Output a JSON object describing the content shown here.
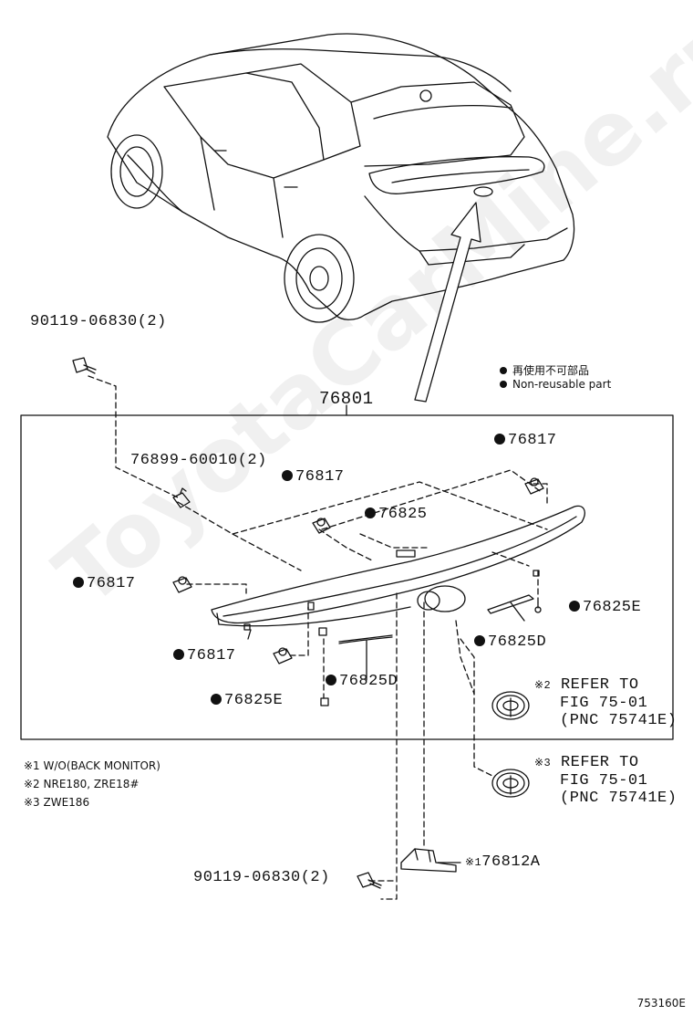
{
  "legend": {
    "reusable_jp": "再使用不可部品",
    "reusable_en": "Non-reusable part"
  },
  "assembly_number": "76801",
  "labels": {
    "bolt_top": "90119-06830(2)",
    "clip": "76899-60010(2)",
    "nut_right_top": "76817",
    "nut_center": "76817",
    "nut_left": "76817",
    "nut_bottom": "76817",
    "pad_center": "76825",
    "pad_e_right": "76825E",
    "pad_d_right": "76825D",
    "pad_d_left": "76825D",
    "pad_e_left": "76825E",
    "bolt_bottom": "90119-06830(2)",
    "bracket": "76812A",
    "bracket_note": "※1"
  },
  "refer_blocks": [
    {
      "mark": "※2",
      "line1": "REFER TO",
      "line2": "FIG 75-01",
      "line3": "(PNC 75741E)"
    },
    {
      "mark": "※3",
      "line1": "REFER TO",
      "line2": "FIG 75-01",
      "line3": "(PNC 75741E)"
    }
  ],
  "notes": [
    "※1 W/O(BACK MONITOR)",
    "※2 NRE180, ZRE18#",
    "※3 ZWE186"
  ],
  "watermark": "ToyotaCarMine.ru",
  "doc_id": "753160E"
}
